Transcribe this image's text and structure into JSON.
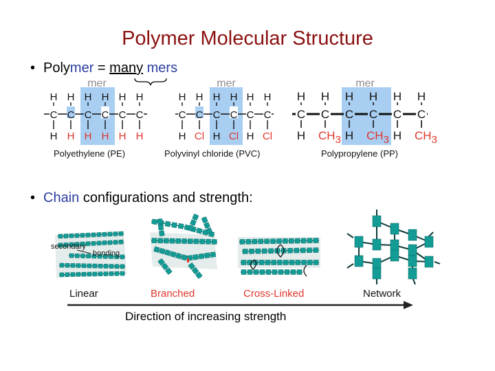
{
  "title": "Polymer Molecular Structure",
  "bullet1": {
    "prefix": "Poly",
    "mer": "mer",
    "equals": " = ",
    "many": "many",
    "mers": " mers"
  },
  "bullet2": {
    "chain": "Chain",
    "rest": " configurations and strength:"
  },
  "colors": {
    "title": "#8b1010",
    "blue_text": "#2b3d9e",
    "mer_highlight": "#a8cef2",
    "red_atom": "#e0352b",
    "chain_teal": "#139b95"
  },
  "molecules": [
    {
      "mer_label": "mer",
      "name": "Polyethylene (PE)"
    },
    {
      "mer_label": "mer",
      "name": "Polyvinyl chloride (PVC)"
    },
    {
      "mer_label": "mer",
      "name": "Polypropylene (PP)"
    }
  ],
  "atoms": {
    "H": "H",
    "C": "C",
    "Cl": "Cl",
    "CH": "CH",
    "three": "3"
  },
  "configs": {
    "linear": "Linear",
    "secondary": "secondary",
    "bonding": "bonding",
    "branched": "Branched",
    "cross_linked": "Cross-Linked",
    "network": "Network"
  },
  "direction_label": "Direction of increasing strength"
}
